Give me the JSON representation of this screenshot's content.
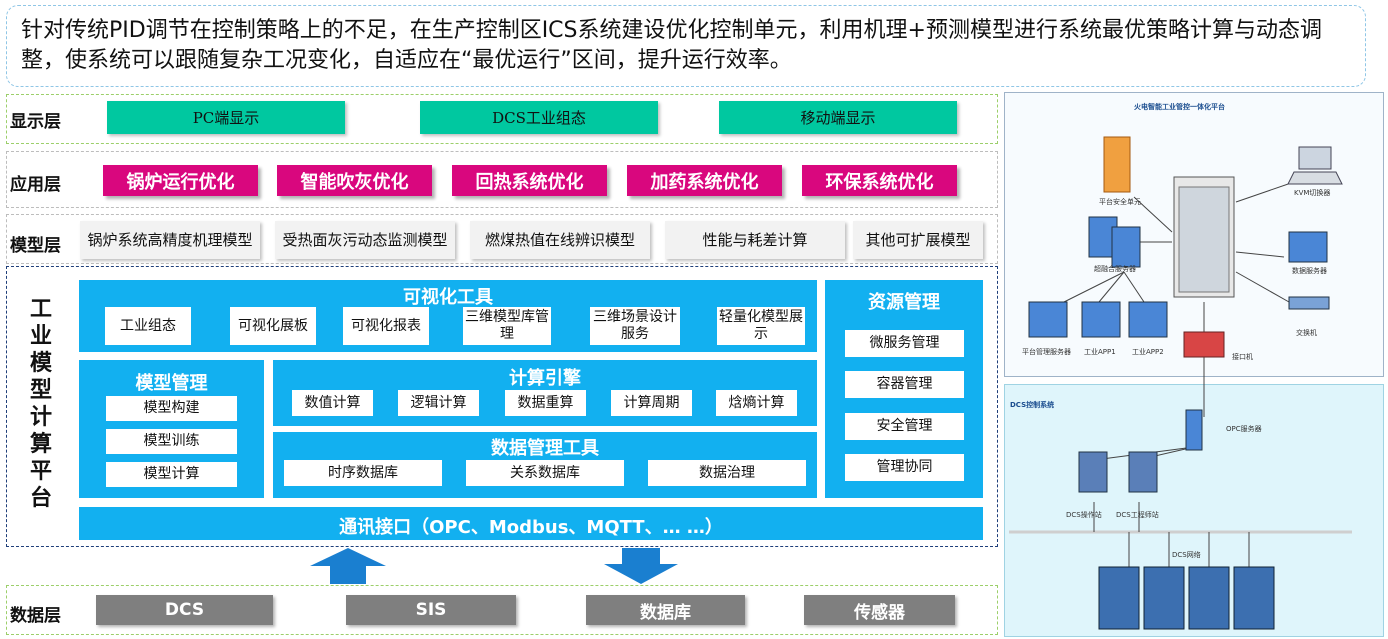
{
  "banner": {
    "text": "针对传统PID调节在控制策略上的不足，在生产控制区ICS系统建设优化控制单元，利用机理+预测模型进行系统最优策略计算与动态调整，使系统可以跟随复杂工况变化，自适应在“最优运行”区间，提升运行效率。"
  },
  "display_layer": {
    "label": "显示层",
    "items": [
      "PC端显示",
      "DCS工业组态",
      "移动端显示"
    ]
  },
  "app_layer": {
    "label": "应用层",
    "items": [
      "锅炉运行优化",
      "智能吹灰优化",
      "回热系统优化",
      "加药系统优化",
      "环保系统优化"
    ]
  },
  "model_layer": {
    "label": "模型层",
    "items": [
      "锅炉系统高精度机理模型",
      "受热面灰污动态监测模型",
      "燃煤热值在线辨识模型",
      "性能与耗差计算",
      "其他可扩展模型"
    ]
  },
  "platform": {
    "title": "工业模型计算平台",
    "visual_tools": {
      "title": "可视化工具",
      "items": [
        "工业组态",
        "可视化展板",
        "可视化报表",
        "三维模型库管理",
        "三维场景设计服务",
        "轻量化模型展示"
      ]
    },
    "resource_mgmt": {
      "title": "资源管理",
      "items": [
        "微服务管理",
        "容器管理",
        "安全管理",
        "管理协同"
      ]
    },
    "model_mgmt": {
      "title": "模型管理",
      "items": [
        "模型构建",
        "模型训练",
        "模型计算"
      ]
    },
    "compute_engine": {
      "title": "计算引擎",
      "items": [
        "数值计算",
        "逻辑计算",
        "数据重算",
        "计算周期",
        "焓熵计算"
      ]
    },
    "data_tools": {
      "title": "数据管理工具",
      "items": [
        "时序数据库",
        "关系数据库",
        "数据治理"
      ]
    },
    "comm": {
      "title": "通讯接口（OPC、Modbus、MQTT、… …）"
    }
  },
  "data_layer": {
    "label": "数据层",
    "items": [
      "DCS",
      "SIS",
      "数据库",
      "传感器"
    ]
  },
  "right_diagram": {
    "top_title": "火电智能工业管控一体化平台",
    "top_labels": [
      "平台安全单元",
      "KVM切换器",
      "超融合服务器",
      "数据服务器",
      "平台管理服务器",
      "工业APP1",
      "工业APP2",
      "交换机",
      "接口机"
    ],
    "bottom_title": "DCS控制系统",
    "bottom_labels": [
      "OPC服务器",
      "DCS操作站",
      "DCS工程师站",
      "DCS网络"
    ]
  },
  "colors": {
    "teal": "#00c8a0",
    "magenta": "#d9077e",
    "blue": "#12b0f0",
    "dark_gray": "#7f7f7f",
    "arrow_blue": "#1a7fd0"
  }
}
